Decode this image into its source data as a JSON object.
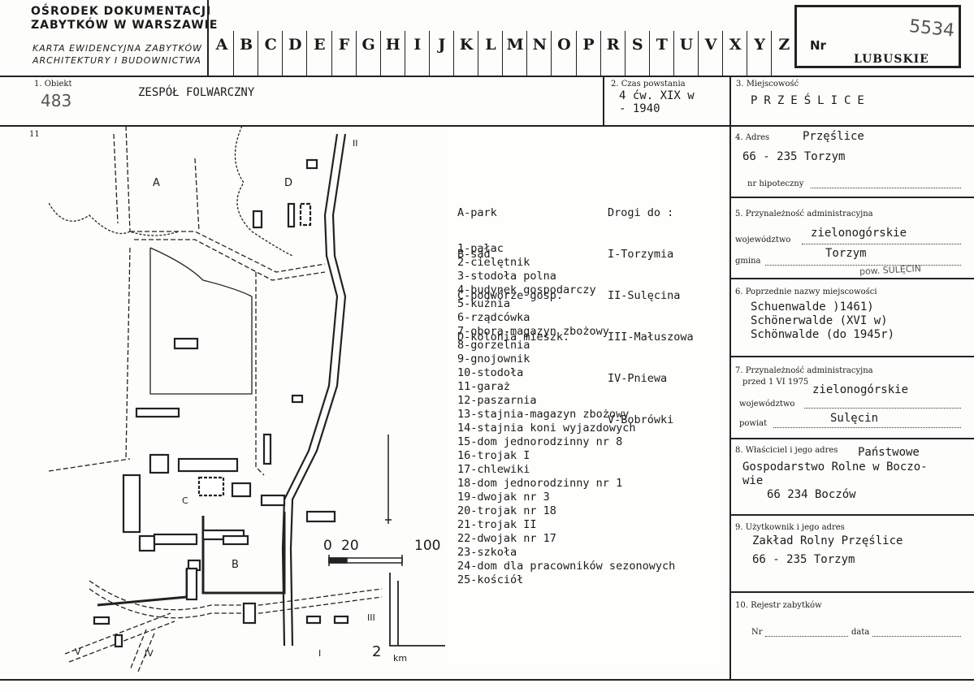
{
  "header": {
    "org_line1": "OŚRODEK DOKUMENTACJI",
    "org_line2": "ZABYTKÓW W WARSZAWIE",
    "card_line1": "KARTA EWIDENCYJNA ZABYTKÓW",
    "card_line2": "ARCHITEKTURY I BUDOWNICTWA",
    "letters": [
      "A",
      "B",
      "C",
      "D",
      "E",
      "F",
      "G",
      "H",
      "I",
      "J",
      "K",
      "L",
      "M",
      "N",
      "O",
      "P",
      "R",
      "S",
      "T",
      "U",
      "V",
      "X",
      "Y",
      "Z"
    ],
    "nr_label": "Nr",
    "handwritten_number": "5534",
    "region": "LUBUSKIE"
  },
  "fields": {
    "obiekt_label": "1. Obiekt",
    "obiekt_hand_number": "483",
    "obiekt_value": "ZESPÓŁ FOLWARCZNY",
    "czas_label": "2. Czas powstania",
    "czas_value_line1": "4 ćw. XIX w",
    "czas_value_line2": "- 1940",
    "miejscowosc_label": "3. Miejscowość",
    "miejscowosc_value": "PRZEŚLICE",
    "plan_label": "11",
    "adres_label": "4. Adres",
    "adres_line1": "Przęślice",
    "adres_line2": "66 - 235 Torzym",
    "hipoteczny_label": "nr hipoteczny",
    "przyn_label": "5. Przynależność administracyjna",
    "wojewodztwo_label": "województwo",
    "wojewodztwo_value": "zielonogórskie",
    "gmina_label": "gmina",
    "gmina_value": "Torzym",
    "gmina_note": "pow. SULĘCIN",
    "poprz_label": "6. Poprzednie nazwy miejscowości",
    "poprz_line1": "Schuenwalde )1461)",
    "poprz_line2": "Schönerwalde (XVI w)",
    "poprz_line3": "Schönwalde (do 1945r)",
    "przyn2_label": "7. Przynależność administracyjna",
    "przed_label": "przed 1 VI 1975",
    "woj2_label": "województwo",
    "woj2_value": "zielonogórskie",
    "powiat_label": "powiat",
    "powiat_value": "Sulęcin",
    "wlasciciel_label": "8. Właściciel i jego adres",
    "wlasciciel_line1": "Państwowe",
    "wlasciciel_line2": "Gospodarstwo Rolne w Boczo-",
    "wlasciciel_line3": "wie",
    "wlasciciel_line4": "66 234  Boczów",
    "uzytkownik_label": "9. Użytkownik i jego adres",
    "uzytkownik_line1": "Zakład Rolny Przęślice",
    "uzytkownik_line2": "66 - 235 Torzym",
    "rejestr_label": "10. Rejestr zabytków",
    "nr_label": "Nr",
    "data_label": "data"
  },
  "legend": {
    "areas": [
      "A-park",
      "B-sad",
      "C-podwórze gosp.",
      "D-kolonia mieszk."
    ],
    "roads_title": "Drogi do :",
    "roads": [
      "I-Torzymia",
      "II-Sulęcina",
      "III-Małuszowa",
      "IV-Pniewa",
      "V-Bobrówki"
    ],
    "items": [
      "1-pałac",
      "2-cielętnik",
      "3-stodoła polna",
      "4-budynek gospodarczy",
      "5-kuźnia",
      "6-rządcówka",
      "7-obora-magazyn zbożowy",
      "8-gorzelnia",
      "9-gnojownik",
      "10-stodoła",
      "11-garaż",
      "12-paszarnia",
      "13-stajnia-magazyn zbożowy",
      "14-stajnia koni wyjazdowych",
      "15-dom jednorodzinny nr 8",
      "16-trojak I",
      "17-chlewiki",
      "18-dom jednorodzinny nr 1",
      "19-dwojak nr 3",
      "20-trojak nr 18",
      "21-trojak II",
      "22-dwojak nr 17",
      "23-szkoła",
      "24-dom dla pracowników sezonowych",
      "25-kościół"
    ]
  },
  "map": {
    "area_labels": [
      "A",
      "B",
      "C",
      "D"
    ],
    "scale_labels": [
      "0",
      "20",
      "100"
    ],
    "km_label": "km",
    "km_value": "2",
    "road_labels": [
      "I",
      "II",
      "III",
      "IV",
      "V"
    ]
  }
}
